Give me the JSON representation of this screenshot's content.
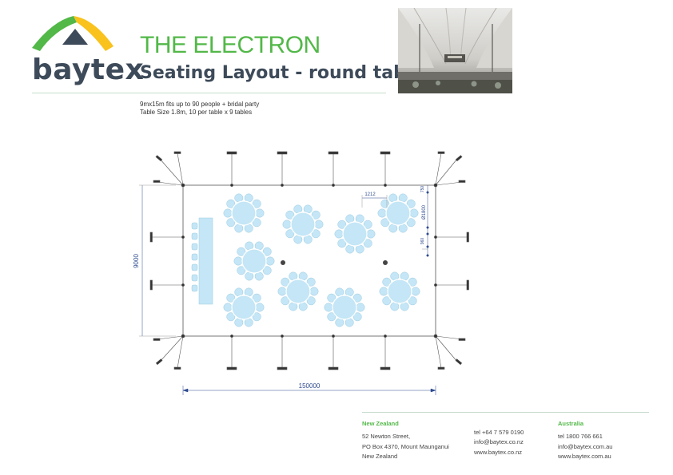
{
  "brand": {
    "name": "baytex",
    "colors": {
      "green": "#52b848",
      "yellow": "#f9c21c",
      "navy": "#3d4a59",
      "table": "#c4e6f6",
      "dimension": "#2e4b8f"
    }
  },
  "header": {
    "venue": "THE ELECTRON",
    "layout_title": "Seating Layout - round tables"
  },
  "notes": {
    "line1": "9mx15m fits up to 90 people + bridal party",
    "line2": "Table Size 1.8m, 10 per table x 9 tables"
  },
  "plan": {
    "dim_width": "150000",
    "dim_height": "9000",
    "dim_table_gap": "1212",
    "dim_table_diameter": "Ø1800",
    "dim_top_margin": "750",
    "dim_row_gap": "960"
  },
  "footer": {
    "nz": {
      "heading": "New Zealand",
      "address1": "52 Newton Street,",
      "address2": "PO Box 4370, Mount Maunganui",
      "address3": "New Zealand",
      "tel": "tel +64 7 579 0190",
      "email": "info@baytex.co.nz",
      "web": "www.baytex.co.nz"
    },
    "au": {
      "heading": "Australia",
      "tel": "tel 1800 766 661",
      "email": "info@baytex.com.au",
      "web": "www.baytex.com.au"
    }
  }
}
